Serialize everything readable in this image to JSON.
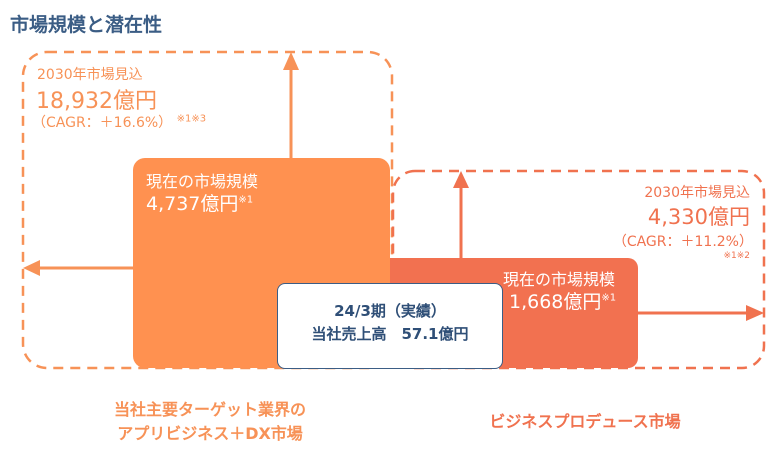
{
  "title": "市場規模と潜在性",
  "left": {
    "forecast_label": "2030年市場見込",
    "forecast_value": "18,932億円",
    "cagr": "（CAGR：＋16.6%）",
    "cagr_note": "※1※3",
    "current_label": "現在の市場規模",
    "current_value": "4,737億円",
    "current_note": "※1",
    "caption_line1": "当社主要ターゲット業界の",
    "caption_line2": "アプリビジネス＋DX市場"
  },
  "right": {
    "forecast_label": "2030年市場見込",
    "forecast_value": "4,330億円",
    "cagr": "（CAGR：＋11.2%）",
    "cagr_note": "※1※2",
    "current_label": "現在の市場規模",
    "current_value": "1,668億円",
    "current_note": "※1",
    "caption": "ビジネスプロデュース市場"
  },
  "company": {
    "period": "24/3期（実績）",
    "sales": "当社売上高　57.1億円"
  },
  "colors": {
    "left": "#ff9150",
    "right": "#f27150",
    "navy": "#3b5d85"
  }
}
